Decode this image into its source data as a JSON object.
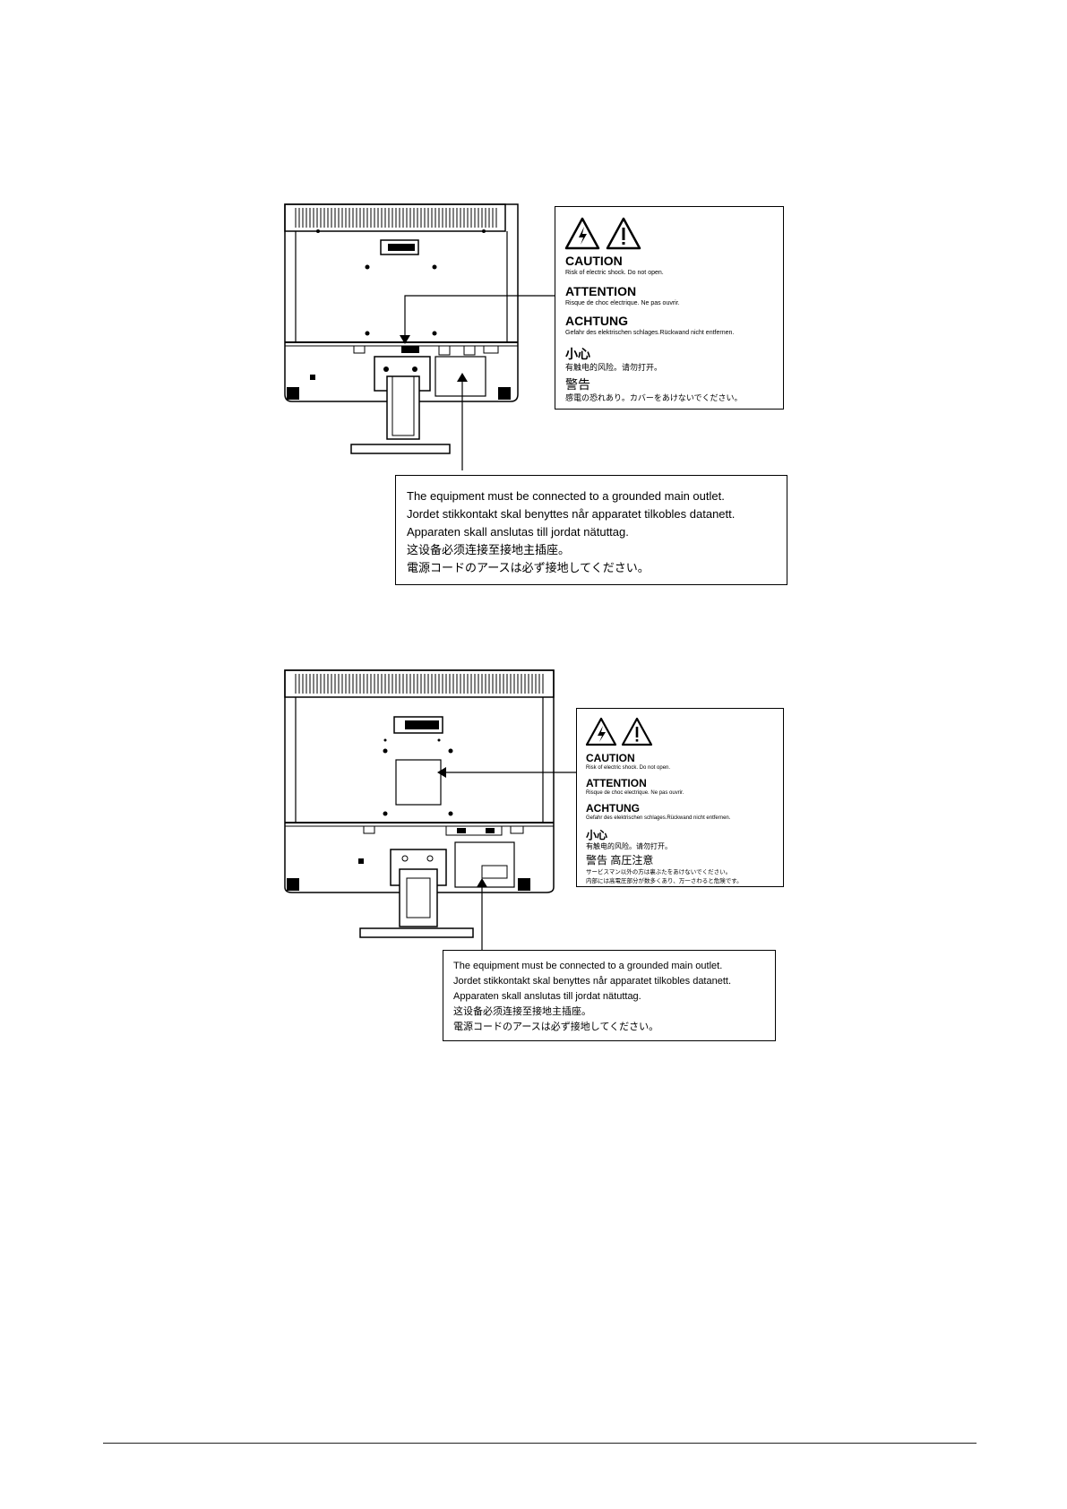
{
  "figure1": {
    "caution_label": {
      "icons": [
        "electric-shock-warning-icon",
        "exclamation-warning-icon"
      ],
      "entries": [
        {
          "title": "CAUTION",
          "text": "Risk of electric shock. Do not open."
        },
        {
          "title": "ATTENTION",
          "text": "Risque de choc electrique. Ne pas ouvrir."
        },
        {
          "title": "ACHTUNG",
          "text": "Gefahr des elektrischen schlages.Rückwand nicht entfernen."
        },
        {
          "title": "小心",
          "text": "有触电的风险。请勿打开。"
        },
        {
          "title": "警告",
          "text": "感電の恐れあり。カバーをあけないでください。"
        }
      ]
    },
    "ground_label": [
      "The equipment must be connected to a grounded main outlet.",
      "Jordet stikkontakt skal benyttes når apparatet tilkobles datanett.",
      "Apparaten skall anslutas till jordat nätuttag.",
      "这设备必须连接至接地主插座。",
      "電源コードのアースは必ず接地してください。"
    ]
  },
  "figure2": {
    "caution_label": {
      "icons": [
        "electric-shock-warning-icon",
        "exclamation-warning-icon"
      ],
      "entries": [
        {
          "title": "CAUTION",
          "text": "Risk of electric shock. Do not open."
        },
        {
          "title": "ATTENTION",
          "text": "Risque de choc electrique. Ne pas ouvrir."
        },
        {
          "title": "ACHTUNG",
          "text": "Gefahr des elektrischen schlages.Rückwand nicht entfernen."
        },
        {
          "title": "小心",
          "text": "有触电的风险。请勿打开。"
        },
        {
          "title": "警告 高圧注意",
          "text": "サービスマン以外の方は裏ぶたをあけないでください。"
        },
        {
          "title": "",
          "text": "内部には高電圧部分が数多くあり、万一さわると危険です。"
        }
      ]
    },
    "ground_label": [
      "The equipment must be connected to a grounded main outlet.",
      "Jordet stikkontakt skal benyttes når apparatet tilkobles datanett.",
      "Apparaten skall anslutas till jordat nätuttag.",
      "这设备必须连接至接地主插座。",
      "電源コードのアースは必ず接地してください。"
    ]
  }
}
